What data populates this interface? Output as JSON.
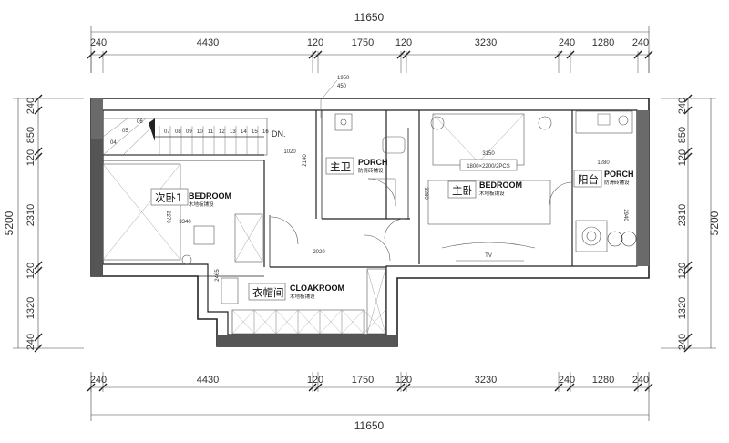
{
  "dimensions": {
    "top_total": "11650",
    "top_segments": [
      "240",
      "4430",
      "120",
      "1750",
      "120",
      "3230",
      "240",
      "1280",
      "240"
    ],
    "bottom_total": "11650",
    "bottom_segments": [
      "240",
      "4430",
      "120",
      "1750",
      "120",
      "3230",
      "240",
      "1280",
      "240"
    ],
    "left_total": "5200",
    "left_segments": [
      "240",
      "850",
      "120",
      "2310",
      "120",
      "1320",
      "240"
    ],
    "right_total": "5200",
    "right_segments": [
      "240",
      "850",
      "120",
      "2310",
      "120",
      "1320",
      "240"
    ]
  },
  "rooms": {
    "bedroom2": {
      "cn": "次卧1",
      "en": "BEDROOM",
      "floor": "木地板铺设"
    },
    "bath": {
      "cn": "主卫",
      "en": "PORCH",
      "floor": "防滑砖铺设"
    },
    "master": {
      "cn": "主卧",
      "en": "BEDROOM",
      "floor": "木地板铺设"
    },
    "balcony": {
      "cn": "阳台",
      "en": "PORCH",
      "floor": "防滑砖铺设"
    },
    "cloak": {
      "cn": "衣帽间",
      "en": "CLOAKROOM",
      "floor": "木地板铺设"
    }
  },
  "annotations": {
    "stair_dn": "DN.",
    "stair_steps": [
      "06",
      "05",
      "04",
      "07",
      "08",
      "09",
      "10",
      "11",
      "12",
      "13",
      "14",
      "15",
      "16"
    ],
    "bath_width": "1950",
    "bath_door": "450",
    "bed_size": "1800×2200/2PCS",
    "tv": "TV",
    "d1020": "1020",
    "d2140": "2140",
    "d3150": "3150",
    "d3280": "3280",
    "d1280": "1280",
    "d2940": "2940",
    "d2270": "2270",
    "d3340": "3340",
    "d2020": "2020",
    "d2465": "2465"
  }
}
